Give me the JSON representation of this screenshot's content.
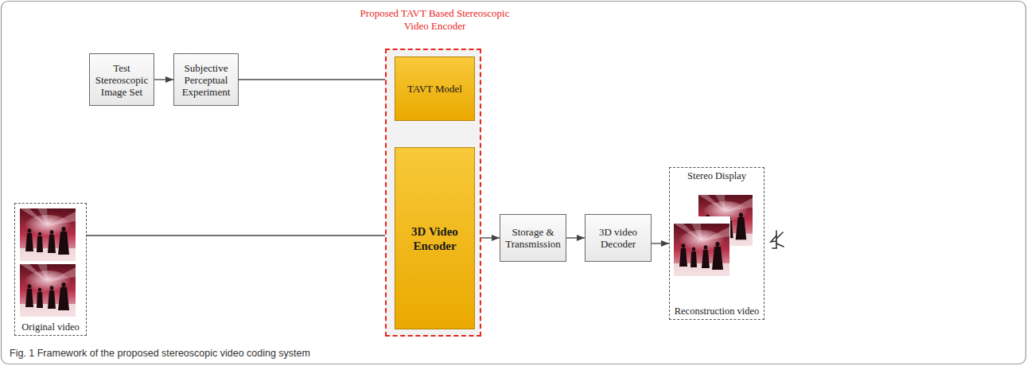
{
  "diagram": {
    "caption": "Fig. 1 Framework of the proposed stereoscopic video coding system",
    "nodes": [
      {
        "text": [
          "Test Stereoscopic Image Set"
        ]
      },
      {
        "text": [
          "Subjective Perceptual Experiment"
        ]
      },
      {
        "text": [
          "Proposed TAVT Based Stereoscopic Video Encoder"
        ]
      },
      {
        "text": [
          "TAVT Model"
        ],
        "in": 2
      },
      {
        "text": [
          "3D Video Encoder"
        ],
        "in": 2
      },
      {
        "text": [
          "Original video"
        ]
      },
      {
        "text": [
          "Storage & Transmission"
        ]
      },
      {
        "text": [
          "3D video Decoder"
        ]
      },
      {
        "text": [
          "Stereo Display",
          "Reconstruction video"
        ]
      }
    ],
    "edges": [
      {
        "from": 0,
        "to": 1,
        "arrow": "to"
      },
      {
        "from": 1,
        "to": 3,
        "arrow": "to"
      },
      {
        "from": 3,
        "to": 4,
        "arrow": "to"
      },
      {
        "from": 5,
        "to": 4,
        "arrow": "to"
      },
      {
        "from": 4,
        "to": 6,
        "arrow": "to"
      },
      {
        "from": 6,
        "to": 7,
        "arrow": "to"
      },
      {
        "from": 7,
        "to": 8,
        "arrow": "to"
      }
    ]
  }
}
